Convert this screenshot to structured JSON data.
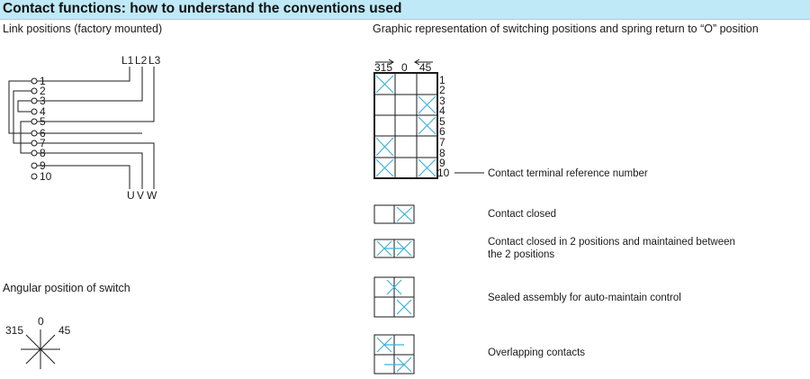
{
  "header": {
    "title": "Contact functions: how to understand the conventions used"
  },
  "link_positions": {
    "title": "Link positions (factory mounted)",
    "inputs": [
      "L1",
      "L2",
      "L3"
    ],
    "outputs": [
      "U",
      "V",
      "W"
    ],
    "terminals": [
      "1",
      "2",
      "3",
      "4",
      "5",
      "6",
      "7",
      "8",
      "9",
      "10"
    ]
  },
  "angular": {
    "title": "Angular position of switch",
    "labels": [
      "315",
      "0",
      "45"
    ]
  },
  "graphic": {
    "title": "Graphic representation of switching positions and spring return to “O” position",
    "positions": [
      "315",
      "0",
      "45"
    ],
    "terminals": [
      "1",
      "2",
      "3",
      "4",
      "5",
      "6",
      "7",
      "8",
      "9",
      "10"
    ],
    "terminal_ref_label": "Contact terminal reference number"
  },
  "legend": {
    "contact_closed": "Contact closed",
    "closed_two_line1": "Contact closed in 2 positions and maintained between",
    "closed_two_line2": "the 2 positions",
    "sealed": "Sealed assembly for auto-maintain control",
    "overlapping": "Overlapping contacts"
  },
  "colors": {
    "header_bg": "#bfe9f6",
    "cross": "#3fb3dc",
    "line": "#1a1a1a"
  }
}
